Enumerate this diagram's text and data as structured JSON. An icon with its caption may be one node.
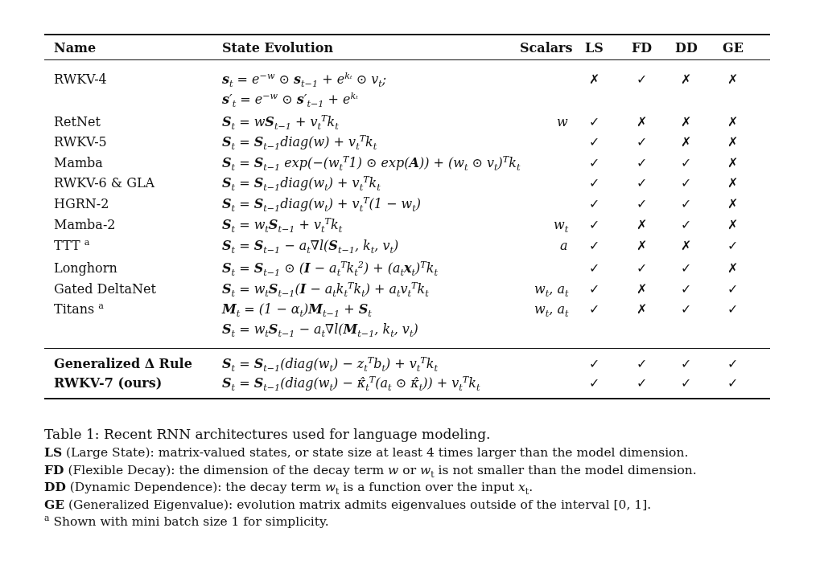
{
  "diagram": {
    "caption": "Table 1: Recent RNN architectures used for language modeling.",
    "labels": [
      "Name",
      "State Evolution",
      "Scalars",
      "LS",
      "FD",
      "DD",
      "GE",
      "RWKV-4",
      "**s**$_{t}$ = e$^{−w}$ ⊙ **s**$_{t−1}$ + e$^{kₜ}$ ⊙ v$_{t}$;",
      "✗",
      "✓",
      "✗",
      "✗",
      "**s**′$_{t}$ = e$^{−w}$ ⊙ **s**′$_{t−1}$ + e$^{kₜ}$",
      "RetNet",
      "**S**$_{t}$ = w**S**$_{t−1}$ + v$_{t}$$^{T}$k$_{t}$",
      "w",
      "✓",
      "✗",
      "✗",
      "✗",
      "RWKV-5",
      "**S**$_{t}$ = **S**$_{t−1}$diag(w) + v$_{t}$$^{T}$k$_{t}$",
      "✓",
      "✓",
      "✗",
      "✗",
      "Mamba",
      "**S**$_{t}$ = **S**$_{t−1}$ exp(−(w$_{t}$$^{T}$1) ⊙ exp(**A**)) + (w$_{t}$ ⊙ v$_{t}$)$^{T}$k$_{t}$",
      "✓",
      "✓",
      "✓",
      "✗",
      "RWKV-6 & GLA",
      "**S**$_{t}$ = **S**$_{t−1}$diag(w$_{t}$) + v$_{t}$$^{T}$k$_{t}$",
      "✓",
      "✓",
      "✓",
      "✗",
      "HGRN-2",
      "**S**$_{t}$ = **S**$_{t−1}$diag(w$_{t}$) + v$_{t}$$^{T}$(1 − w$_{t}$)",
      "✓",
      "✓",
      "✓",
      "✗",
      "Mamba-2",
      "**S**$_{t}$ = w$_{t}$**S**$_{t−1}$ + v$_{t}$$^{T}$k$_{t}$",
      "w$_{t}$",
      "✓",
      "✗",
      "✓",
      "✗",
      "TTT $^{a}$",
      "**S**$_{t}$ = **S**$_{t−1}$ − a$_{t}$∇l(**S**$_{t−1}$, k$_{t}$, v$_{t}$)",
      "a",
      "✓",
      "✗",
      "✗",
      "✓",
      "Longhorn",
      "**S**$_{t}$ = **S**$_{t−1}$ ⊙ (**I** − a$_{t}$$^{T}$k$_{t}$$^{2}$) + (a$_{t}$**x**$_{t}$)$^{T}$k$_{t}$",
      "✓",
      "✓",
      "✓",
      "✗",
      "Gated DeltaNet",
      "**S**$_{t}$ = w$_{t}$**S**$_{t−1}$(**I** − a$_{t}$k$_{t}$$^{T}$k$_{t}$) + a$_{t}$v$_{t}$$^{T}$k$_{t}$",
      "w$_{t}$, a$_{t}$",
      "✓",
      "✗",
      "✓",
      "✓",
      "Titans $^{a}$",
      "**M**$_{t}$ = (1 − α$_{t}$)**M**$_{t−1}$ + **S**$_{t}$",
      "w$_{t}$, a$_{t}$",
      "✓",
      "✗",
      "✓",
      "✓",
      "**S**$_{t}$ = w$_{t}$**S**$_{t−1}$ − a$_{t}$∇l(**M**$_{t−1}$, k$_{t}$, v$_{t}$)",
      "Generalized Δ Rule",
      "**S**$_{t}$ = **S**$_{t−1}$(diag(w$_{t}$) − z$_{t}$$^{T}$b$_{t}$) + v$_{t}$$^{T}$k$_{t}$",
      "✓",
      "✓",
      "✓",
      "✓",
      "RWKV-7 (ours)",
      "**S**$_{t}$ = **S**$_{t−1}$(diag(w$_{t}$) − κ̂$_{t}$$^{T}$(a$_{t}$ ⊙ κ̂$_{t}$)) + v$_{t}$$^{T}$k$_{t}$",
      "✓",
      "✓",
      "✓",
      "✓",
      "**LS** (Large State): matrix-valued states, or state size at least 4 times larger than the model dimension.",
      "**FD** (Flexible Decay): the dimension of the decay term *w* or *w*$_{t}$ is not smaller than the model dimension.",
      "**DD** (Dynamic Dependence): the decay term *w*$_{t}$ is a function over the input *x*$_{t}$.",
      "**GE** (Generalized Eigenvalue): evolution matrix admits eigenvalues outside of the interval [0, 1].",
      "$^{a}$ Shown with mini batch size 1 for simplicity."
    ]
  }
}
